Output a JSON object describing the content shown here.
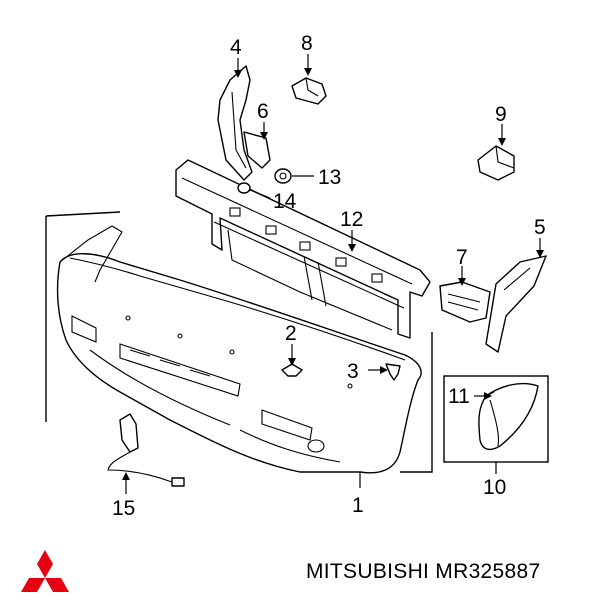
{
  "brand_mark": {
    "icon": "mitsubishi-logo-icon",
    "color": "#e60012"
  },
  "footer": {
    "text": "MITSUBISHI MR325887"
  },
  "callouts": [
    {
      "id": "1",
      "label": "1"
    },
    {
      "id": "2",
      "label": "2"
    },
    {
      "id": "3",
      "label": "3"
    },
    {
      "id": "4",
      "label": "4"
    },
    {
      "id": "5",
      "label": "5"
    },
    {
      "id": "6",
      "label": "6"
    },
    {
      "id": "7",
      "label": "7"
    },
    {
      "id": "8",
      "label": "8"
    },
    {
      "id": "9",
      "label": "9"
    },
    {
      "id": "10",
      "label": "10"
    },
    {
      "id": "11",
      "label": "11"
    },
    {
      "id": "12",
      "label": "12"
    },
    {
      "id": "13",
      "label": "13"
    },
    {
      "id": "14",
      "label": "14"
    },
    {
      "id": "15",
      "label": "15"
    }
  ]
}
